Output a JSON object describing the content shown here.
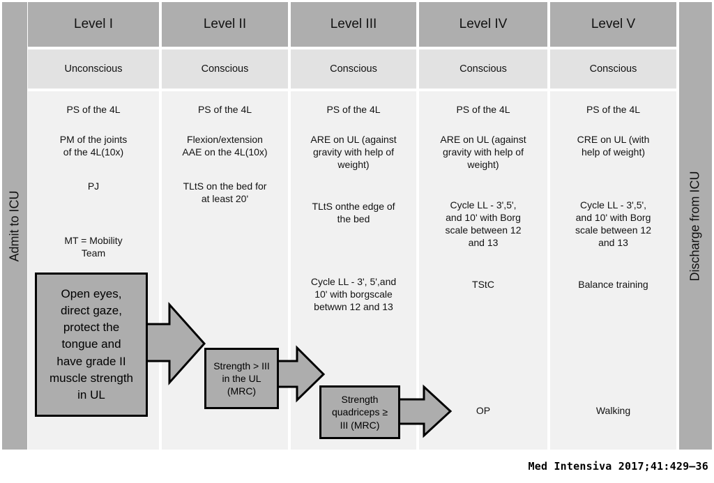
{
  "flanks": {
    "left_label": "Admit to ICU",
    "right_label": "Discharge from ICU"
  },
  "columns": [
    {
      "header": "Level I",
      "consciousness": "Unconscious",
      "entries": [
        "PS of the 4L",
        "PM of the joints\nof the 4L(10x)",
        "PJ",
        "MT = Mobility\nTeam"
      ]
    },
    {
      "header": "Level II",
      "consciousness": "Conscious",
      "entries": [
        "PS of the 4L",
        "Flexion/extension\nAAE on the 4L(10x)",
        "TLtS on the bed for\nat least 20'"
      ]
    },
    {
      "header": "Level III",
      "consciousness": "Conscious",
      "entries": [
        "PS of the 4L",
        "ARE on UL (against\ngravity with help of\nweight)",
        "TLtS onthe edge of\nthe bed",
        "Cycle LL - 3', 5',and\n10' with borgscale\nbetwwn 12 and 13"
      ]
    },
    {
      "header": "Level IV",
      "consciousness": "Conscious",
      "entries": [
        "PS of the 4L",
        "ARE on UL (against\ngravity with help of\nweight)",
        "Cycle LL - 3',5',\nand 10' with Borg\nscale between 12\nand 13",
        "TStC",
        "OP"
      ]
    },
    {
      "header": "Level V",
      "consciousness": "Conscious",
      "entries": [
        "PS of the 4L",
        "CRE on UL (with\nhelp of weight)",
        "Cycle LL - 3',5',\nand 10' with Borg\nscale between 12\nand 13",
        "Balance training",
        "Walking"
      ]
    }
  ],
  "criteria_boxes": [
    {
      "id": "box-level1",
      "text": "Open eyes,\ndirect gaze,\nprotect the\ntongue and\nhave grade II\nmuscle strength\nin UL"
    },
    {
      "id": "box-level2",
      "text": "Strength > III\nin the UL\n(MRC)"
    },
    {
      "id": "box-level3",
      "text": "Strength\nquadriceps ≥\nIII (MRC)"
    }
  ],
  "citation": "Med Intensiva 2017;41:429–36",
  "colors": {
    "header_grey": "#aeaeae",
    "subheader_grey": "#e2e2e2",
    "body_grey": "#f1f1f1",
    "box_grey": "#adadad",
    "flank_grey": "#aeaeae",
    "outline": "#000000"
  }
}
